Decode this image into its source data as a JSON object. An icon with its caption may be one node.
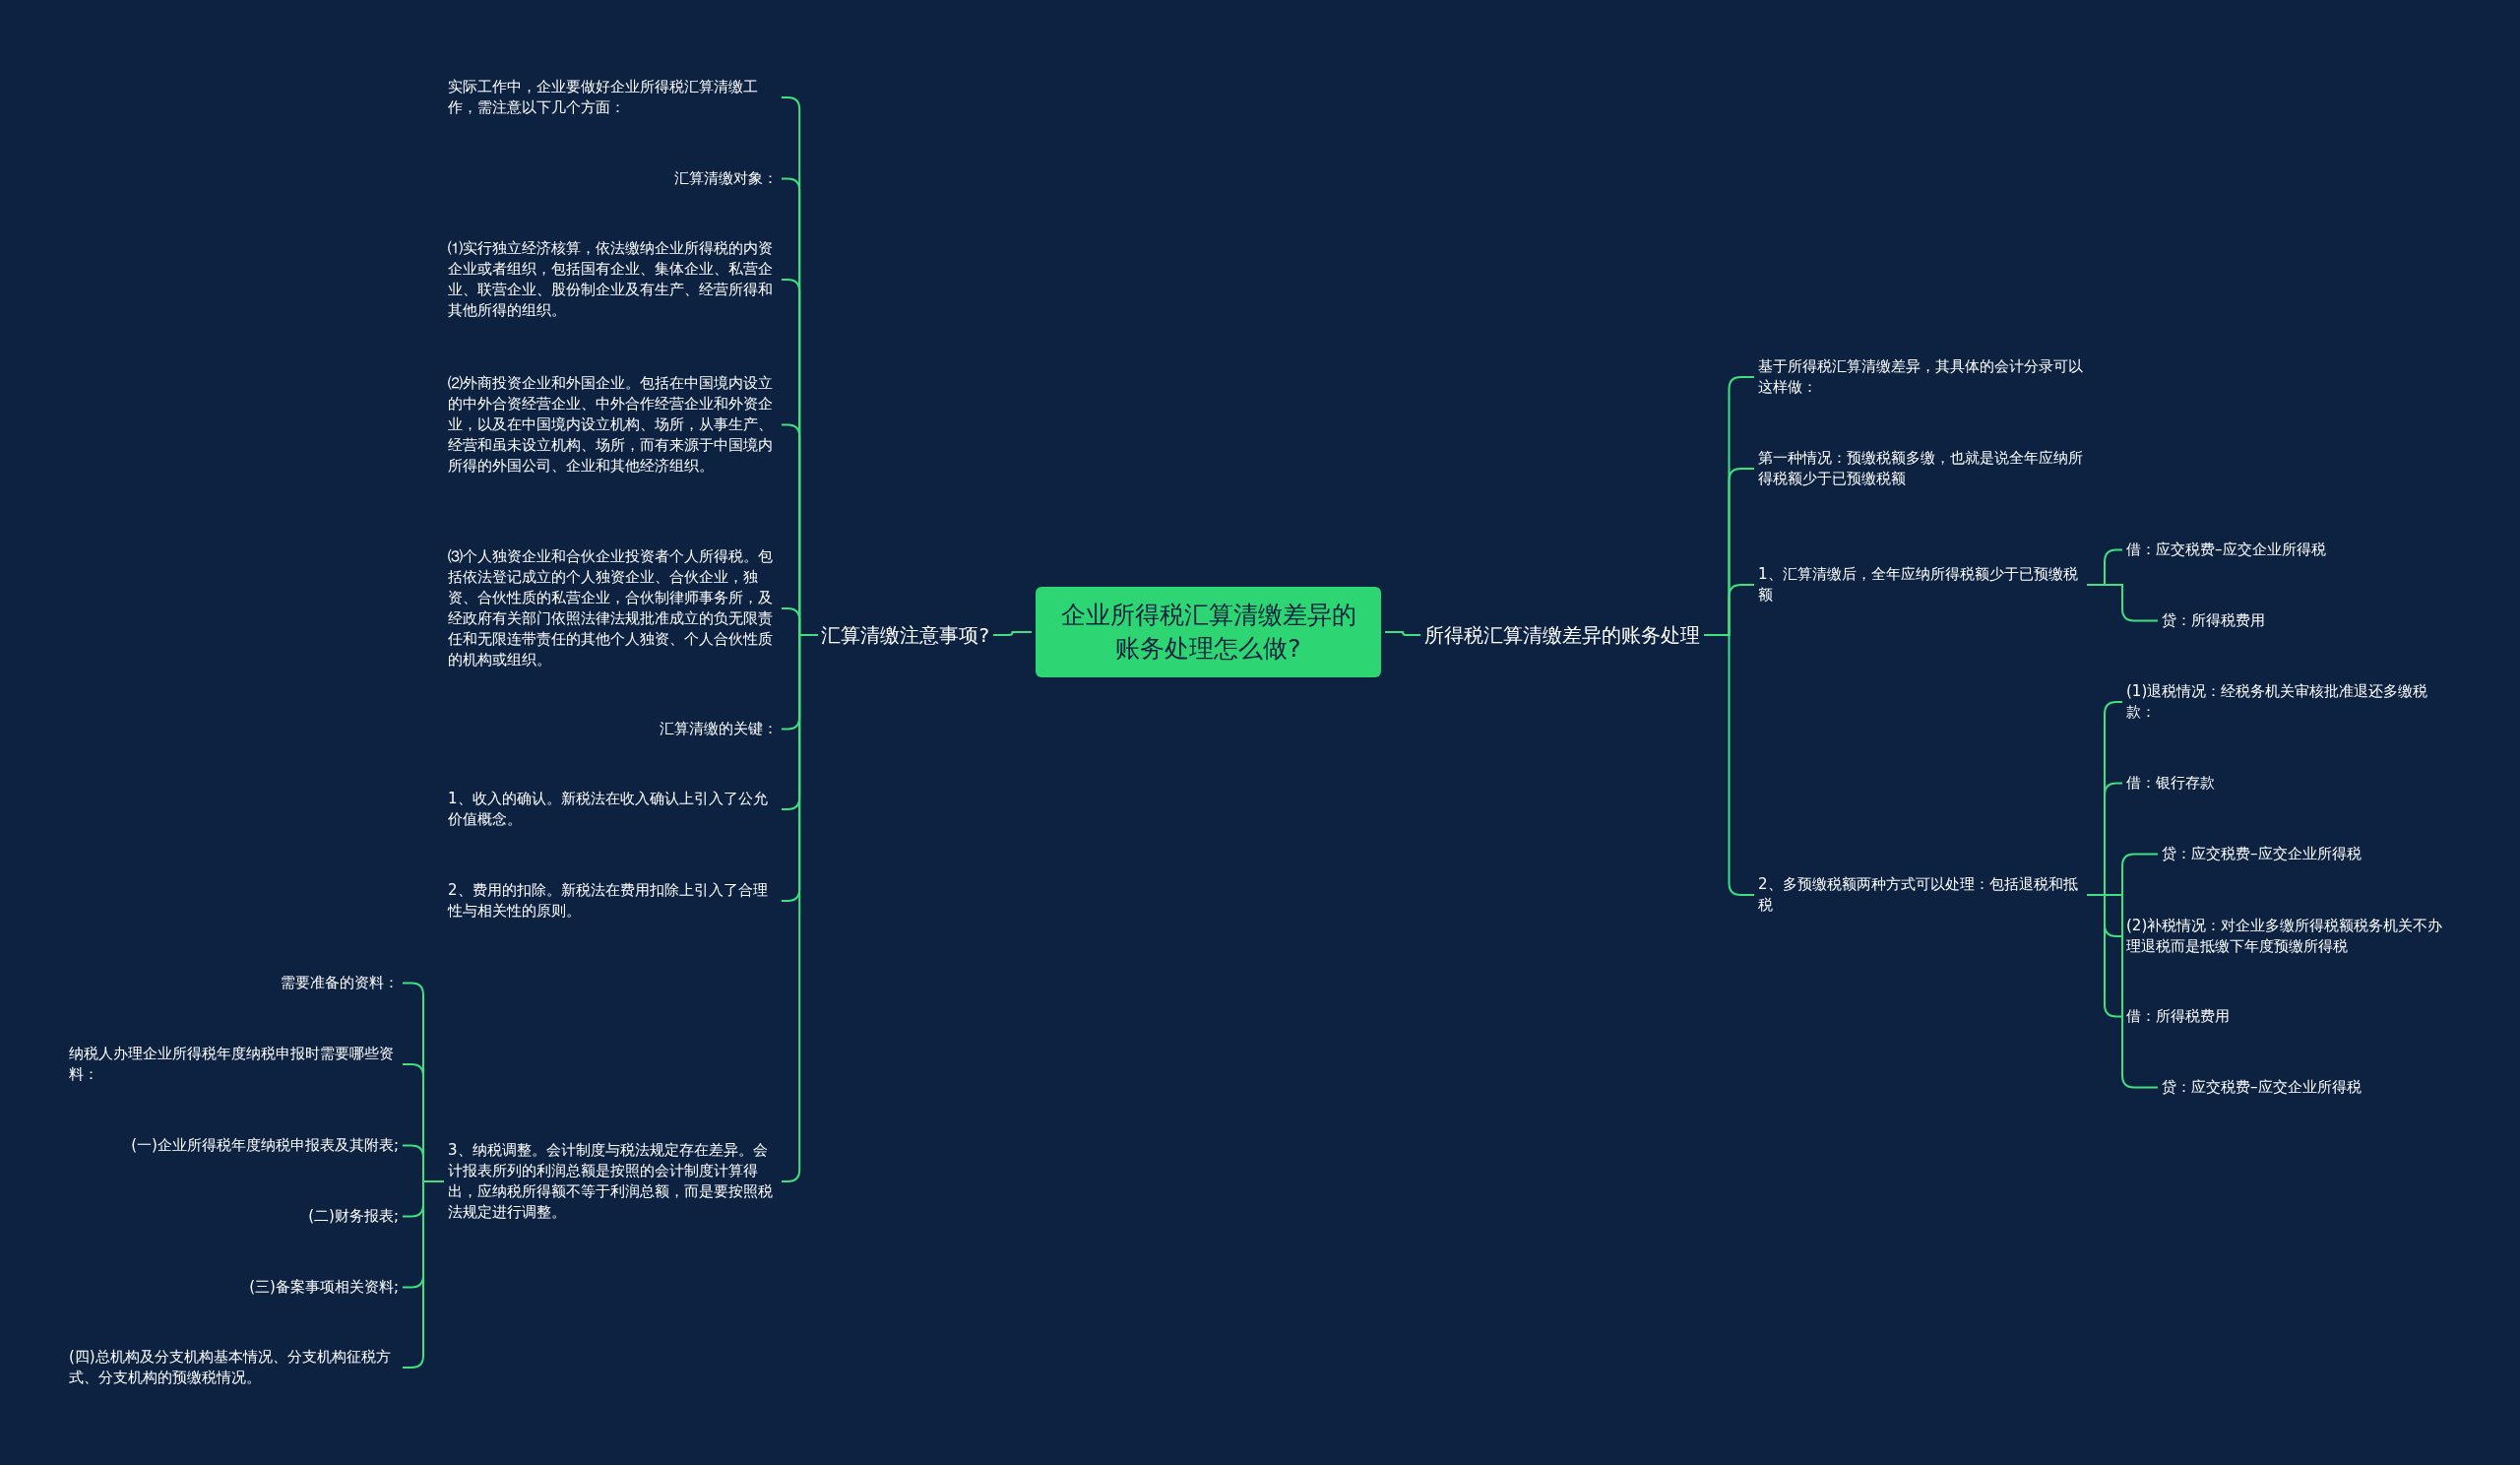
{
  "diagram": {
    "nodes": [
      {
        "text": [
          "企业所得税汇算清缴差异的账务处理怎么做?"
        ]
      },
      {
        "text": [
          "汇算清缴注意事项?"
        ]
      },
      {
        "text": [
          "实际工作中，企业要做好企业所得税汇算清缴工作，需注意以下几个方面："
        ]
      },
      {
        "text": [
          "汇算清缴对象："
        ]
      },
      {
        "text": [
          "⑴实行独立经济核算，依法缴纳企业所得税的内资企业或者组织，包括国有企业、集体企业、私营企业、联营企业、股份制企业及有生产、经营所得和其他所得的组织。"
        ]
      },
      {
        "text": [
          "⑵外商投资企业和外国企业。包括在中国境内设立的中外合资经营企业、中外合作经营企业和外资企业，以及在中国境内设立机构、场所，从事生产、经营和虽未设立机构、场所，而有来源于中国境内所得的外国公司、企业和其他经济组织。"
        ]
      },
      {
        "text": [
          "⑶个人独资企业和合伙企业投资者个人所得税。包括依法登记成立的个人独资企业、合伙企业，独资、合伙性质的私营企业，合伙制律师事务所，及经政府有关部门依照法律法规批准成立的负无限责任和无限连带责任的其他个人独资、个人合伙性质的机构或组织。"
        ]
      },
      {
        "text": [
          "汇算清缴的关键："
        ]
      },
      {
        "text": [
          "1、收入的确认。新税法在收入确认上引入了公允价值概念。"
        ]
      },
      {
        "text": [
          "2、费用的扣除。新税法在费用扣除上引入了合理性与相关性的原则。"
        ]
      },
      {
        "text": [
          "3、纳税调整。会计制度与税法规定存在差异。会计报表所列的利润总额是按照的会计制度计算得出，应纳税所得额不等于利润总额，而是要按照税法规定进行调整。"
        ]
      },
      {
        "text": [
          "需要准备的资料："
        ]
      },
      {
        "text": [
          "纳税人办理企业所得税年度纳税申报时需要哪些资料："
        ]
      },
      {
        "text": [
          "(一)企业所得税年度纳税申报表及其附表;"
        ]
      },
      {
        "text": [
          "(二)财务报表;"
        ]
      },
      {
        "text": [
          "(三)备案事项相关资料;"
        ]
      },
      {
        "text": [
          "(四)总机构及分支机构基本情况、分支机构征税方式、分支机构的预缴税情况。"
        ]
      },
      {
        "text": [
          "所得税汇算清缴差异的账务处理"
        ]
      },
      {
        "text": [
          "基于所得税汇算清缴差异，其具体的会计分录可以这样做："
        ]
      },
      {
        "text": [
          "第一种情况：预缴税额多缴，也就是说全年应纳所得税额少于已预缴税额"
        ]
      },
      {
        "text": [
          "1、汇算清缴后，全年应纳所得税额少于已预缴税额"
        ]
      },
      {
        "text": [
          "借：应交税费–应交企业所得税"
        ]
      },
      {
        "text": [
          "贷：所得税费用"
        ]
      },
      {
        "text": [
          "2、多预缴税额两种方式可以处理：包括退税和抵税"
        ]
      },
      {
        "text": [
          "(1)退税情况：经税务机关审核批准退还多缴税款："
        ]
      },
      {
        "text": [
          "借：银行存款"
        ]
      },
      {
        "text": [
          "贷：应交税费–应交企业所得税"
        ]
      },
      {
        "text": [
          "(2)补税情况：对企业多缴所得税额税务机关不办理退税而是抵缴下年度预缴所得税"
        ]
      },
      {
        "text": [
          "借：所得税费用"
        ]
      },
      {
        "text": [
          "贷：应交税费–应交企业所得税"
        ]
      }
    ],
    "edges": [
      {
        "from": 0,
        "to": 1,
        "arrow": "none"
      },
      {
        "from": 1,
        "to": 2,
        "arrow": "none"
      },
      {
        "from": 1,
        "to": 3,
        "arrow": "none"
      },
      {
        "from": 1,
        "to": 4,
        "arrow": "none"
      },
      {
        "from": 1,
        "to": 5,
        "arrow": "none"
      },
      {
        "from": 1,
        "to": 6,
        "arrow": "none"
      },
      {
        "from": 1,
        "to": 7,
        "arrow": "none"
      },
      {
        "from": 1,
        "to": 8,
        "arrow": "none"
      },
      {
        "from": 1,
        "to": 9,
        "arrow": "none"
      },
      {
        "from": 1,
        "to": 10,
        "arrow": "none"
      },
      {
        "from": 10,
        "to": 11,
        "arrow": "none"
      },
      {
        "from": 10,
        "to": 12,
        "arrow": "none"
      },
      {
        "from": 10,
        "to": 13,
        "arrow": "none"
      },
      {
        "from": 10,
        "to": 14,
        "arrow": "none"
      },
      {
        "from": 10,
        "to": 15,
        "arrow": "none"
      },
      {
        "from": 10,
        "to": 16,
        "arrow": "none"
      },
      {
        "from": 0,
        "to": 17,
        "arrow": "none"
      },
      {
        "from": 17,
        "to": 18,
        "arrow": "none"
      },
      {
        "from": 17,
        "to": 19,
        "arrow": "none"
      },
      {
        "from": 17,
        "to": 20,
        "arrow": "none"
      },
      {
        "from": 20,
        "to": 21,
        "arrow": "none"
      },
      {
        "from": 20,
        "to": 22,
        "arrow": "none"
      },
      {
        "from": 17,
        "to": 23,
        "arrow": "none"
      },
      {
        "from": 23,
        "to": 24,
        "arrow": "none"
      },
      {
        "from": 23,
        "to": 25,
        "arrow": "none"
      },
      {
        "from": 23,
        "to": 26,
        "arrow": "none"
      },
      {
        "from": 23,
        "to": 27,
        "arrow": "none"
      },
      {
        "from": 23,
        "to": 28,
        "arrow": "none"
      },
      {
        "from": 23,
        "to": 29,
        "arrow": "none"
      }
    ]
  }
}
